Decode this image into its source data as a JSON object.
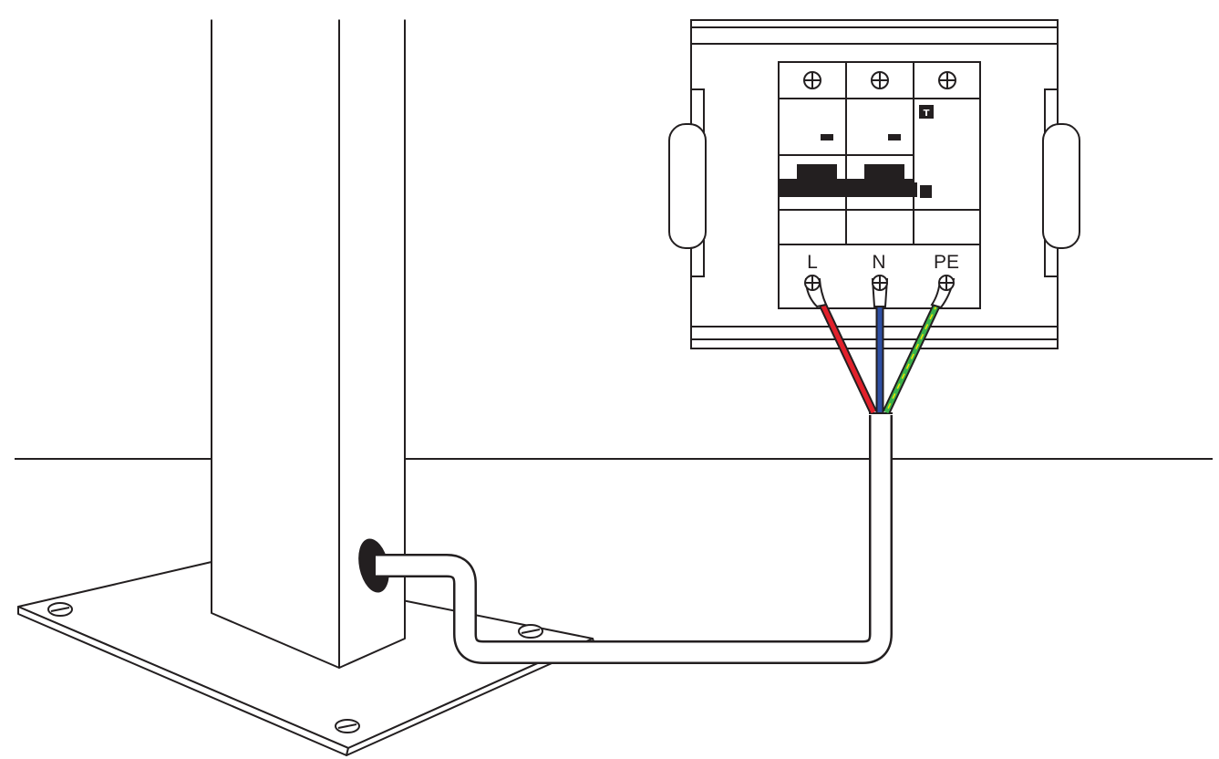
{
  "diagram": {
    "terminals": [
      {
        "label": "L",
        "wire_color": "#e2212b"
      },
      {
        "label": "N",
        "wire_color": "#2e4fa3"
      },
      {
        "label": "PE",
        "wire_color": "#3bb34a"
      }
    ],
    "test_button_label": "T",
    "line_color": "#231f20",
    "fill_color": "#ffffff",
    "accent_stripe_color": "#f2e700"
  }
}
